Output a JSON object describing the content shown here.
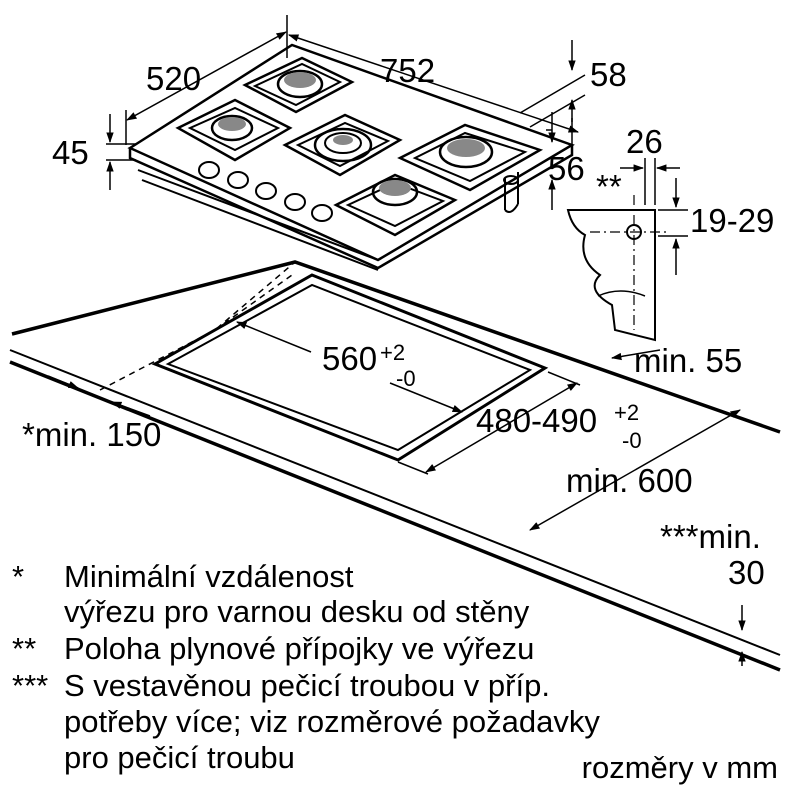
{
  "dimensions": {
    "depth_hob": "520",
    "width_hob": "752",
    "height_hob": "45",
    "frame_a": "58",
    "frame_b": "56",
    "conn_offset": "26",
    "conn_mark": "**",
    "conn_height": "19-29",
    "cutout_width": "560",
    "cutout_width_tol_plus": "+2",
    "cutout_width_tol_minus": "-0",
    "cutout_depth": "480-490",
    "cutout_depth_tol_plus": "+2",
    "cutout_depth_tol_minus": "-0",
    "min_front": "min. 55",
    "min_wall": "*min. 150",
    "min_worktop": "min. 600",
    "min_oven_line1": "***min.",
    "min_oven_line2": "30"
  },
  "notes": [
    {
      "mark": "*",
      "lines": [
        "Minimální vzdálenost",
        "výřezu pro varnou desku od stěny"
      ]
    },
    {
      "mark": "**",
      "lines": [
        "Poloha plynové přípojky ve výřezu"
      ]
    },
    {
      "mark": "***",
      "lines": [
        "S vestavěnou pečicí troubou v příp.",
        "potřeby více; viz rozměrové požadavky",
        "pro pečicí troubu"
      ]
    }
  ],
  "units": "rozměry v mm"
}
